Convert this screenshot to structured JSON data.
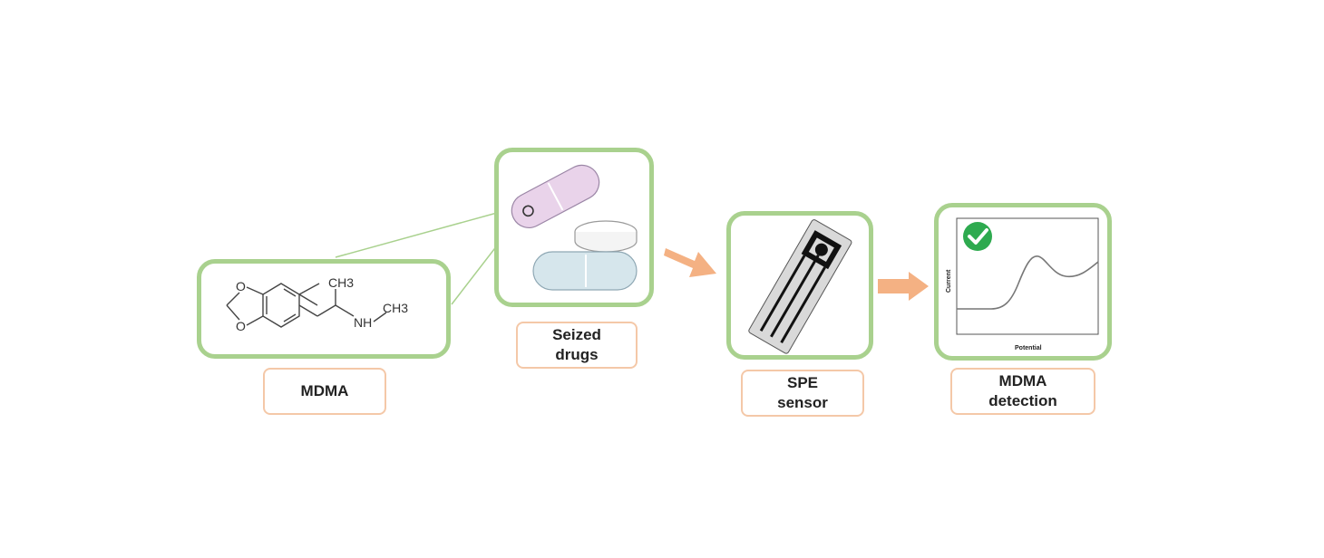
{
  "steps": [
    {
      "id": "mdma",
      "label": "MDMA"
    },
    {
      "id": "seized",
      "label_line1": "Seized",
      "label_line2": "drugs"
    },
    {
      "id": "spe",
      "label_line1": "SPE",
      "label_line2": "sensor"
    },
    {
      "id": "detection",
      "label_line1": "MDMA",
      "label_line2": "detection"
    }
  ],
  "molecule": {
    "group_ch3_top": "CH3",
    "group_nh": "NH",
    "group_ch3_right": "CH3",
    "atom_o_top": "O",
    "atom_o_bottom": "O"
  },
  "plot": {
    "xlabel": "Potential",
    "ylabel": "Current"
  },
  "colors": {
    "card_border": "#a9d18e",
    "label_border": "#f4c8a8",
    "arrow": "#f4b183",
    "check": "#2eaa4f",
    "pill_pink": "#e9d3ea",
    "pill_blue": "#d6e6ec"
  }
}
